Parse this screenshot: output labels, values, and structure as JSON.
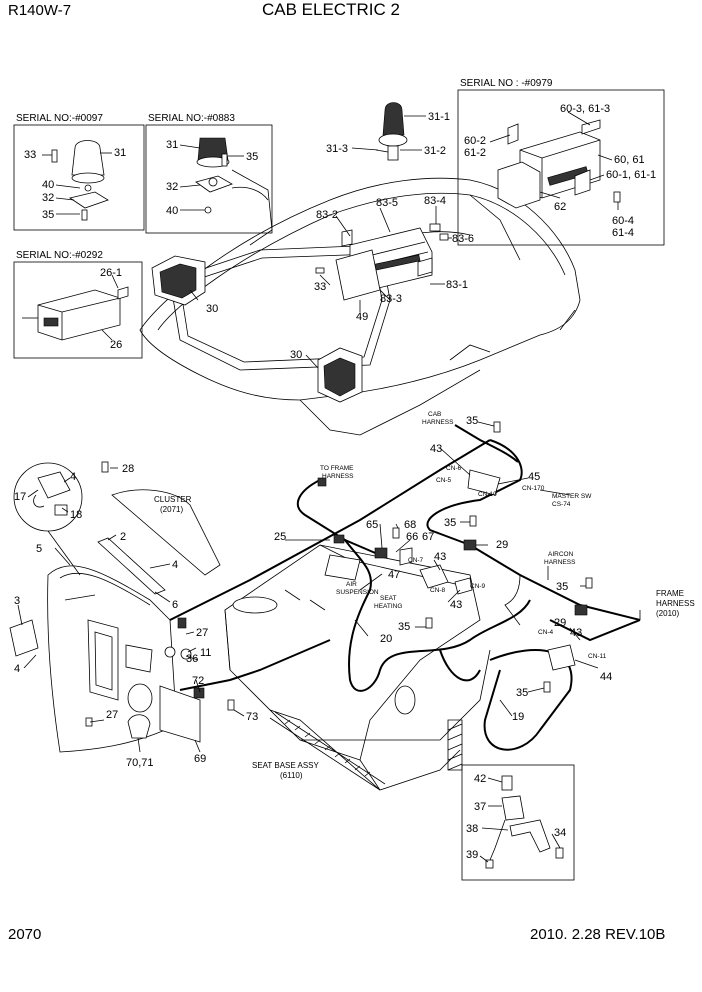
{
  "header": {
    "model": "R140W-7",
    "title": "CAB ELECTRIC 2"
  },
  "footer": {
    "page": "2070",
    "revision": "2010. 2.28  REV.10B"
  },
  "serial_boxes": {
    "box_0097": "SERIAL NO:-#0097",
    "box_0883": "SERIAL NO:-#0883",
    "box_0292": "SERIAL NO:-#0292",
    "box_0979": "SERIAL NO : -#0979"
  },
  "part_numbers": {
    "p31_1": "31-1",
    "p31_3": "31-3",
    "p31_2": "31-2",
    "p33a": "33",
    "p31a": "31",
    "p40a": "40",
    "p32a": "32",
    "p35a": "35",
    "p31b": "31",
    "p35b": "35",
    "p32b": "32",
    "p40b": "40",
    "p60_3": "60-3, 61-3",
    "p60_2": "60-2",
    "p61_2": "61-2",
    "p60_61": "60, 61",
    "p60_1": "60-1, 61-1",
    "p62": "62",
    "p60_4": "60-4",
    "p61_4": "61-4",
    "p83_2": "83-2",
    "p83_5": "83-5",
    "p83_4": "83-4",
    "p83_6": "83-6",
    "p83_3": "83-3",
    "p83_1": "83-1",
    "p33c": "33",
    "p49": "49",
    "p30a": "30",
    "p30b": "30",
    "p26_1": "26-1",
    "p26": "26",
    "p35c": "35",
    "p43a": "43",
    "p45": "45",
    "p28": "28",
    "p4a": "4",
    "p17": "17",
    "p18": "18",
    "p2": "2",
    "p5": "5",
    "p4b": "4",
    "p6": "6",
    "p3": "3",
    "p4c": "4",
    "p25": "25",
    "p65": "65",
    "p68": "68",
    "p66": "66",
    "p67": "67",
    "p35d": "35",
    "p29a": "29",
    "p43b": "43",
    "p43c": "43",
    "p47": "47",
    "p35e": "35",
    "p27a": "27",
    "p36": "36",
    "p11": "11",
    "p20": "20",
    "p35f": "35",
    "p35g": "35",
    "p29b": "29",
    "p43d": "43",
    "p44": "44",
    "p72": "72",
    "p73": "73",
    "p27b": "27",
    "p69": "69",
    "p70": "70,71",
    "p35h": "35",
    "p19": "19",
    "p42": "42",
    "p37": "37",
    "p38": "38",
    "p34": "34",
    "p39": "39"
  },
  "callouts": {
    "cab_harness_1": "CAB",
    "cab_harness_2": "HARNESS",
    "to_frame_1": "TO FRAME",
    "to_frame_2": "HARNESS",
    "cluster_1": "CLUSTER",
    "cluster_2": "(2071)",
    "master_sw_1": "MASTER SW",
    "master_sw_2": "CS-74",
    "aircon_1": "AIRCON",
    "aircon_2": "HARNESS",
    "frame_h_1": "FRAME",
    "frame_h_2": "HARNESS",
    "frame_h_3": "(2010)",
    "air_susp_1": "AIR",
    "air_susp_2": "SUSPENSION",
    "seat_heat_1": "SEAT",
    "seat_heat_2": "HEATING",
    "seat_base_1": "SEAT BASE ASSY",
    "seat_base_2": "(6110)",
    "cn6": "CN-6",
    "cn5": "CN-5",
    "cn10": "CN-10",
    "cn170": "CN-170",
    "cn7": "CN-7",
    "cn8": "CN-8",
    "cn9": "CN-9",
    "cn4": "CN-4",
    "cn11": "CN-11"
  }
}
